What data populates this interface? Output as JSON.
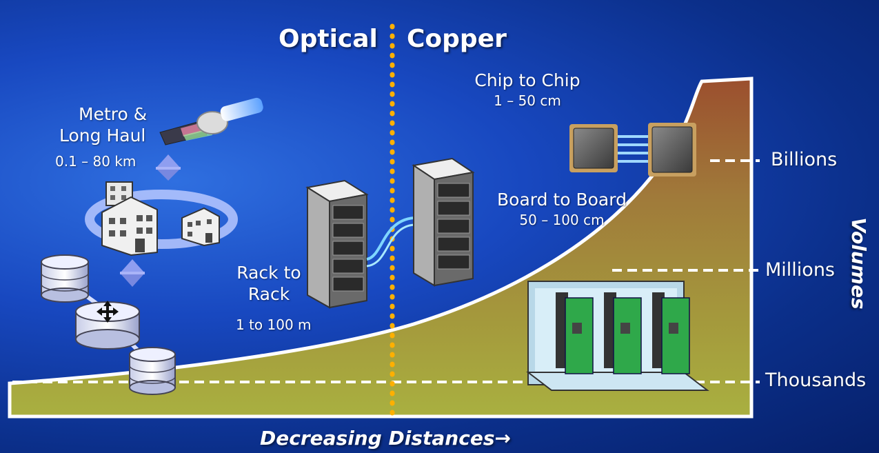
{
  "headers": {
    "optical": "Optical",
    "copper": "Copper"
  },
  "segments": {
    "metro": {
      "label_line1": "Metro &",
      "label_line2": "Long Haul",
      "range": "0.1 – 80 km"
    },
    "rack": {
      "label_line1": "Rack to",
      "label_line2": "Rack",
      "range": "1 to 100 m"
    },
    "board": {
      "label": "Board to Board",
      "range": "50 – 100 cm"
    },
    "chip": {
      "label": "Chip to Chip",
      "range": "1 – 50 cm"
    }
  },
  "volumes": {
    "axis_label": "Volumes",
    "levels": [
      "Billions",
      "Millions",
      "Thousands"
    ]
  },
  "x_axis": {
    "label": "Decreasing Distances→"
  },
  "colors": {
    "curve_top": "#a0522d",
    "curve_bottom": "#9aa83a",
    "divider": "#ffb000"
  }
}
